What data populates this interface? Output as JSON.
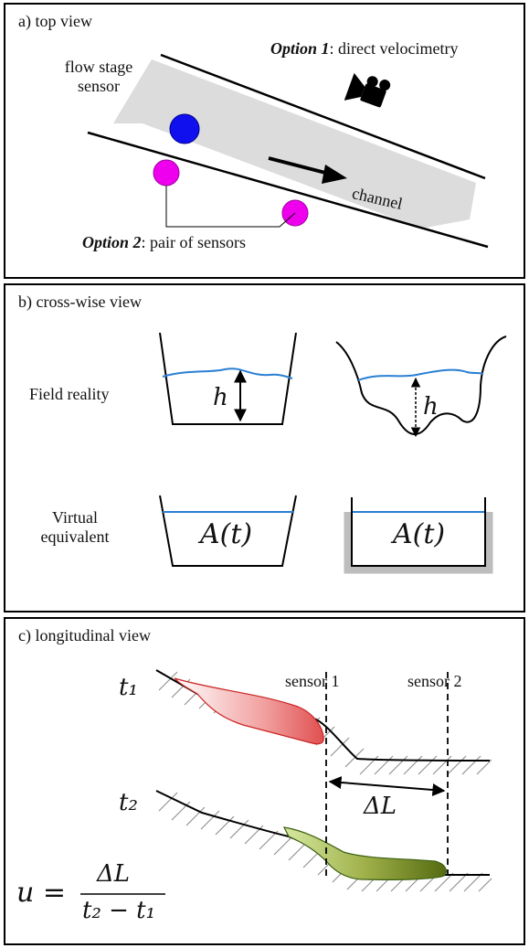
{
  "panel_a": {
    "title": "a) top view",
    "option1_bold": "Option 1",
    "option1_rest": ": direct velocimetry",
    "flow_stage_sensor_line1": "flow stage",
    "flow_stage_sensor_line2": "sensor",
    "channel_label": "channel",
    "option2_bold": "Option 2",
    "option2_rest": ": pair of sensors",
    "icon_camera": "video-camera-icon",
    "colors": {
      "sensor": "#1010ee",
      "sensor_pair": "#ee00ee",
      "channel_fill": "#dcdcdc"
    }
  },
  "panel_b": {
    "title": "b) cross-wise view",
    "row1_label": "Field reality",
    "row2_label_line1": "Virtual",
    "row2_label_line2": "equivalent",
    "h_symbol": "h",
    "area_symbol": "A(t)",
    "colors": {
      "water_line": "#2a7fd4"
    }
  },
  "panel_c": {
    "title": "c) longitudinal view",
    "t1": "t₁",
    "t2": "t₂",
    "sensor1": "sensor 1",
    "sensor2": "sensor 2",
    "delta_l": "ΔL",
    "formula_lhs": "u =",
    "formula_numerator": "ΔL",
    "formula_denominator": "t₂ − t₁",
    "colors": {
      "wave_t1": "#e05050",
      "wave_t2": "#4a7a20"
    }
  }
}
